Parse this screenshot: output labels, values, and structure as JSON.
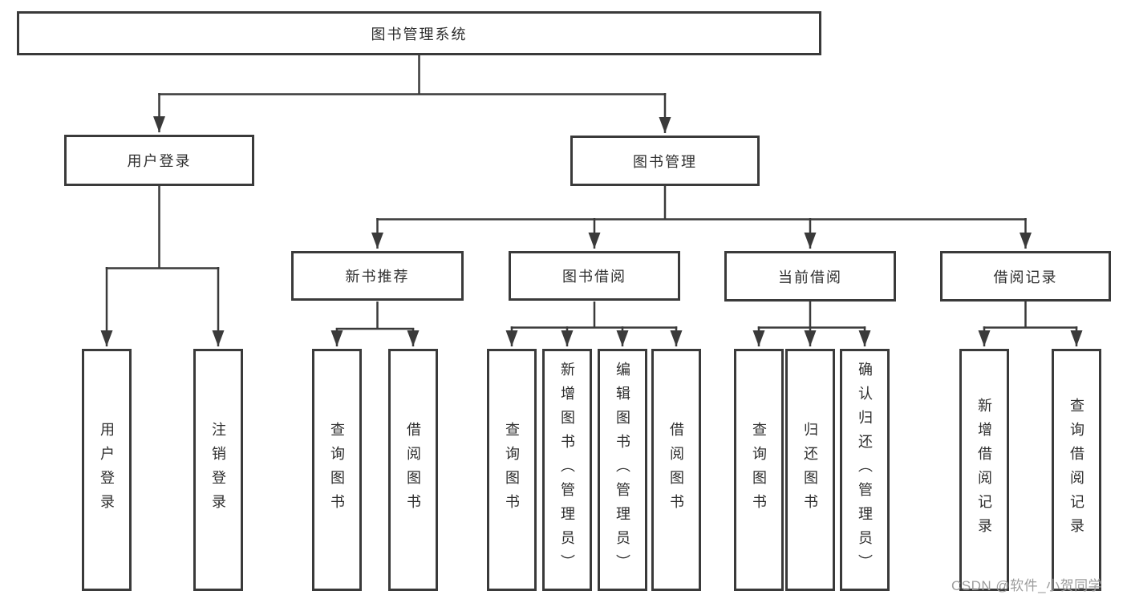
{
  "colors": {
    "line": "#3a3a3a",
    "box_border": "#3a3a3a",
    "box_fill": "#ffffff",
    "text": "#2e2e2e",
    "watermark": "#9d9d9d",
    "background": "#ffffff"
  },
  "watermark": "CSDN @软件_小贺同学",
  "tree": {
    "root": "图书管理系统",
    "branches": [
      {
        "label": "用户登录",
        "children": [
          "用户登录",
          "注销登录"
        ]
      },
      {
        "label": "图书管理",
        "children": [
          {
            "label": "新书推荐",
            "children": [
              "查询图书",
              "借阅图书"
            ]
          },
          {
            "label": "图书借阅",
            "children": [
              "查询图书",
              "新增图书（管理员）",
              "编辑图书（管理员）",
              "借阅图书"
            ]
          },
          {
            "label": "当前借阅",
            "children": [
              "查询图书",
              "归还图书",
              "确认归还（管理员）"
            ]
          },
          {
            "label": "借阅记录",
            "children": [
              "新增借阅记录",
              "查询借阅记录"
            ]
          }
        ]
      }
    ]
  }
}
